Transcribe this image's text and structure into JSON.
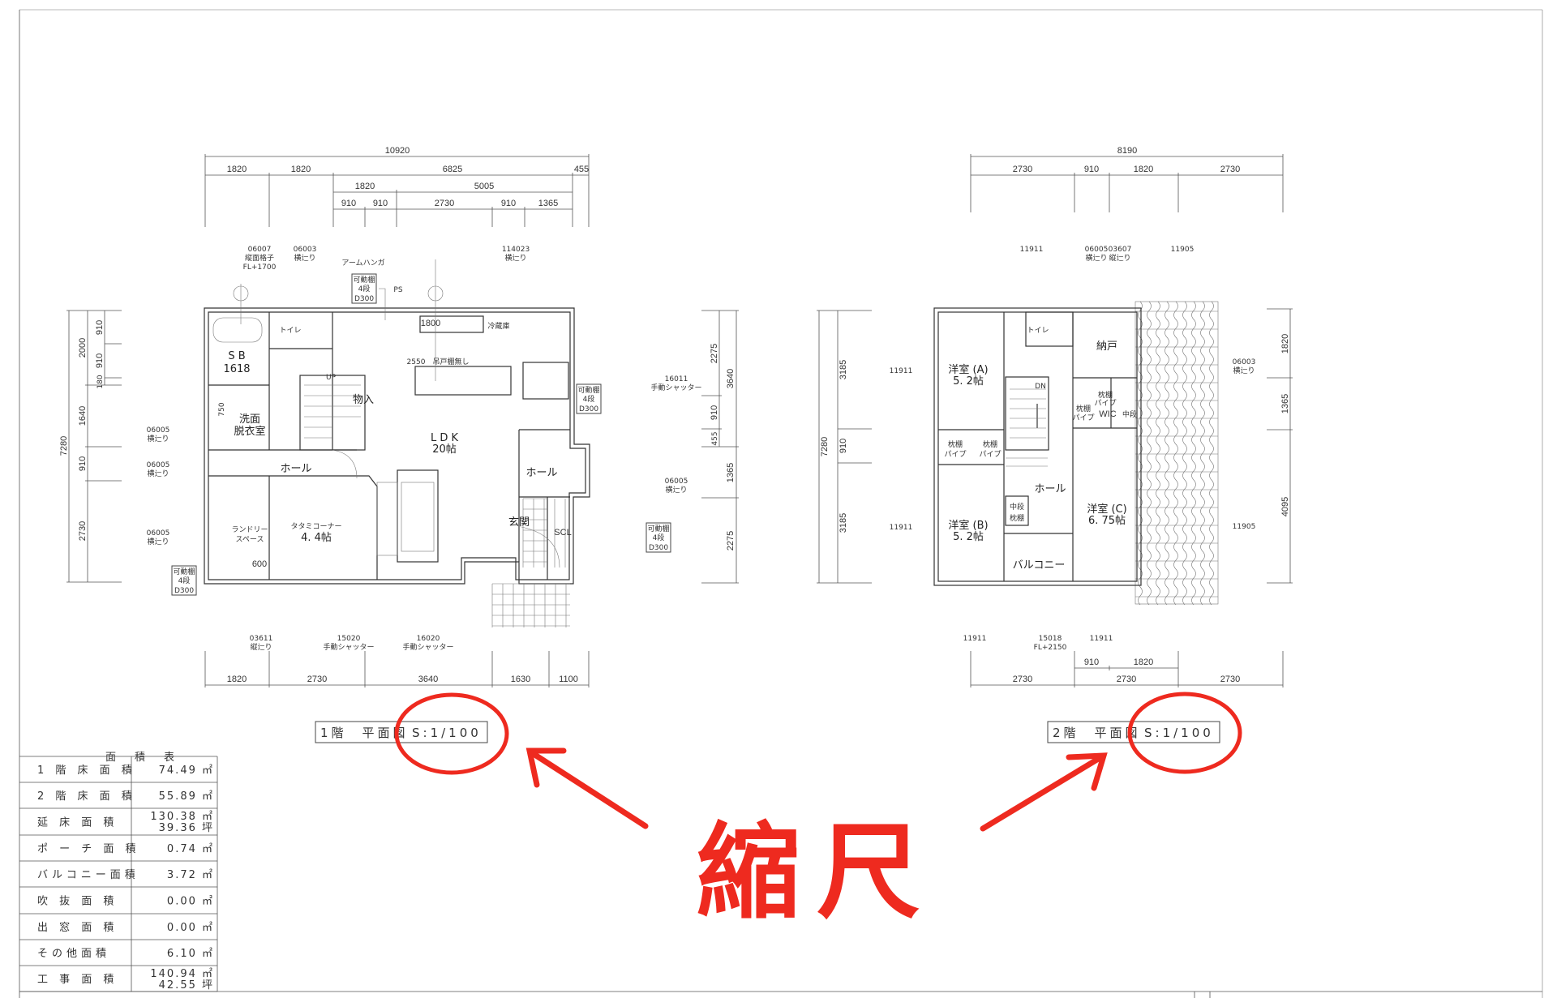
{
  "colors": {
    "annotation": "#ee2a1f",
    "line": "#333333"
  },
  "annotation": {
    "label": "縮尺"
  },
  "floor1": {
    "title": "1階　平面図",
    "scale": "S:1/100",
    "dims_top": {
      "total": "10920",
      "row2": [
        "1820",
        "1820",
        "6825",
        "455"
      ],
      "row3": [
        "1820",
        "5005"
      ],
      "row4": [
        "910",
        "910",
        "2730",
        "910",
        "1365"
      ]
    },
    "dims_bottom": [
      "1820",
      "2730",
      "3640",
      "1630",
      "1100"
    ],
    "dims_left": {
      "total": "7280",
      "mid": [
        "2000",
        "1640",
        "910",
        "2730"
      ],
      "inner": [
        "910",
        "910",
        "180"
      ]
    },
    "dims_right": {
      "outer": [
        "3640",
        "1365",
        "2275"
      ],
      "inner": [
        "2275",
        "910",
        "455"
      ]
    },
    "rooms": {
      "sb": "S B",
      "sb_size": "1618",
      "toilet": "トイレ",
      "storage": "物入",
      "washroom1": "洗面",
      "washroom2": "脱衣室",
      "hall_left": "ホール",
      "ldk": "L D K",
      "ldk_size": "20帖",
      "hall_right": "ホール",
      "entrance": "玄関",
      "scl": "SCL",
      "tatami": "タタミコーナー",
      "tatami_size": "4. 4帖",
      "laundry1": "ランドリー",
      "laundry2": "スペース",
      "laundry_w": "600",
      "counter": "1800",
      "fridge": "冷蔵庫",
      "kitchen": "2550　吊戸棚無し",
      "up": "UP",
      "ps": "PS",
      "arm": "アームハンガ",
      "sink_w": "750"
    },
    "shelf": [
      "可動棚",
      "4段",
      "D300"
    ],
    "windows": {
      "w1": [
        "06007",
        "縦面格子",
        "FL+1700"
      ],
      "w2": [
        "06003",
        "横辷り"
      ],
      "w3": [
        "114023",
        "横辷り"
      ],
      "w4": [
        "16011",
        "手動シャッター"
      ],
      "w5": [
        "06005",
        "横辷り"
      ],
      "w6": [
        "06005",
        "横辷り"
      ],
      "w7": [
        "06005",
        "横辷り"
      ],
      "w8": [
        "06005",
        "横辷り"
      ],
      "w9": [
        "03611",
        "縦辷り"
      ],
      "w10": [
        "15020",
        "手動シャッター"
      ],
      "w11": [
        "16020",
        "手動シャッター"
      ]
    }
  },
  "floor2": {
    "title": "2階　平面図",
    "scale": "S:1/100",
    "dims_top": {
      "total": "8190",
      "row2": [
        "2730",
        "910",
        "1820",
        "2730"
      ]
    },
    "dims_bottom": {
      "row1": [
        "910",
        "1820"
      ],
      "row2": [
        "2730",
        "2730",
        "2730"
      ]
    },
    "dims_left": {
      "total": "7280",
      "mid": [
        "3185",
        "910",
        "3185"
      ]
    },
    "dims_right": [
      "1820",
      "1365",
      "4095"
    ],
    "rooms": {
      "a": "洋室 (A)",
      "a_size": "5. 2帖",
      "storage": "納戸",
      "toilet": "トイレ",
      "dn": "DN",
      "pillow1": "枕棚",
      "pipe1": "パイプ",
      "wic": "WIC",
      "mid": "中段",
      "pillow2": "枕棚",
      "pipe2": "パイプ",
      "pillow3": "枕棚",
      "pipe3": "パイプ",
      "pillow4": "枕棚",
      "pipe4": "パイプ",
      "b": "洋室 (B)",
      "b_size": "5. 2帖",
      "hall": "ホール",
      "c": "洋室 (C)",
      "c_size": "6. 75帖",
      "mid2a": "中段",
      "mid2b": "枕棚",
      "balcony": "バルコニー"
    },
    "windows": {
      "top1": "11911",
      "top2": [
        "06005",
        "横辷り"
      ],
      "top3": [
        "03607",
        "縦辷り"
      ],
      "top4": "11905",
      "left1": "11911",
      "left2": "11911",
      "right1": [
        "06003",
        "横辷り"
      ],
      "right2": "11905",
      "bot1": "11911",
      "bot2": [
        "15018",
        "FL+2150"
      ],
      "bot3": "11911"
    }
  },
  "area_table": {
    "title": "面　積　表",
    "rows": [
      {
        "label": "1 階 床 面 積",
        "value": "74.49 ㎡"
      },
      {
        "label": "2 階 床 面 積",
        "value": "55.89 ㎡"
      },
      {
        "label": "延 床 面 積",
        "value": "130.38 ㎡",
        "value2": "39.36 坪"
      },
      {
        "label": "ポ ー チ 面 積",
        "value": "0.74 ㎡"
      },
      {
        "label": "バルコニー面積",
        "value": "3.72 ㎡"
      },
      {
        "label": "吹 抜 面 積",
        "value": "0.00 ㎡"
      },
      {
        "label": "出 窓 面 積",
        "value": "0.00 ㎡"
      },
      {
        "label": "その他面積",
        "value": "6.10 ㎡"
      },
      {
        "label": "工 事 面 積",
        "value": "140.94 ㎡",
        "value2": "42.55 坪"
      }
    ]
  }
}
